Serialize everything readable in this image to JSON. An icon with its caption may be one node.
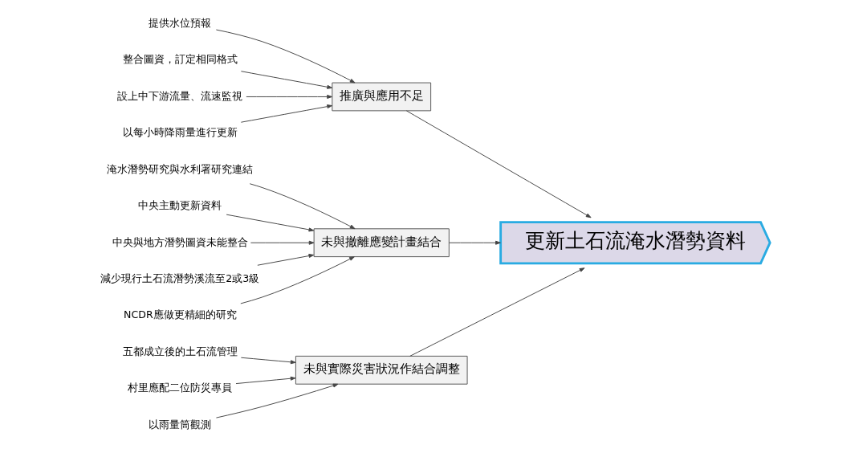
{
  "diagram": {
    "nodes": [
      {
        "text": [
          "更新土石流淹水潛勢資料"
        ]
      },
      {
        "text": [
          "推廣與應用不足"
        ]
      },
      {
        "text": [
          "提供水位預報"
        ]
      },
      {
        "text": [
          "整合圖資，訂定相同格式"
        ]
      },
      {
        "text": [
          "設上中下游流量、流速監視"
        ]
      },
      {
        "text": [
          "以每小時降雨量進行更新"
        ]
      },
      {
        "text": [
          "未與撤離應變計畫結合"
        ]
      },
      {
        "text": [
          "淹水潛勢研究與水利署研究連結"
        ]
      },
      {
        "text": [
          "中央主動更新資料"
        ]
      },
      {
        "text": [
          "中央與地方潛勢圖資未能整合"
        ]
      },
      {
        "text": [
          "減少現行土石流潛勢溪流至2或3級"
        ]
      },
      {
        "text": [
          "NCDR應做更精細的研究"
        ]
      },
      {
        "text": [
          "未與實際災害狀況作結合調整"
        ]
      },
      {
        "text": [
          "五都成立後的土石流管理"
        ]
      },
      {
        "text": [
          "村里應配二位防災專員"
        ]
      },
      {
        "text": [
          "以雨量筒觀測"
        ]
      }
    ],
    "edges": [
      {
        "from": 1,
        "to": 0,
        "arrow": "to"
      },
      {
        "from": 2,
        "to": 1,
        "arrow": "to"
      },
      {
        "from": 3,
        "to": 1,
        "arrow": "to"
      },
      {
        "from": 4,
        "to": 1,
        "arrow": "to"
      },
      {
        "from": 5,
        "to": 1,
        "arrow": "to"
      },
      {
        "from": 6,
        "to": 0,
        "arrow": "to"
      },
      {
        "from": 7,
        "to": 6,
        "arrow": "to"
      },
      {
        "from": 8,
        "to": 6,
        "arrow": "to"
      },
      {
        "from": 9,
        "to": 6,
        "arrow": "to"
      },
      {
        "from": 10,
        "to": 6,
        "arrow": "to"
      },
      {
        "from": 11,
        "to": 6,
        "arrow": "to"
      },
      {
        "from": 12,
        "to": 0,
        "arrow": "to"
      },
      {
        "from": 13,
        "to": 12,
        "arrow": "to"
      },
      {
        "from": 14,
        "to": 12,
        "arrow": "to"
      },
      {
        "from": 15,
        "to": 12,
        "arrow": "to"
      }
    ]
  }
}
